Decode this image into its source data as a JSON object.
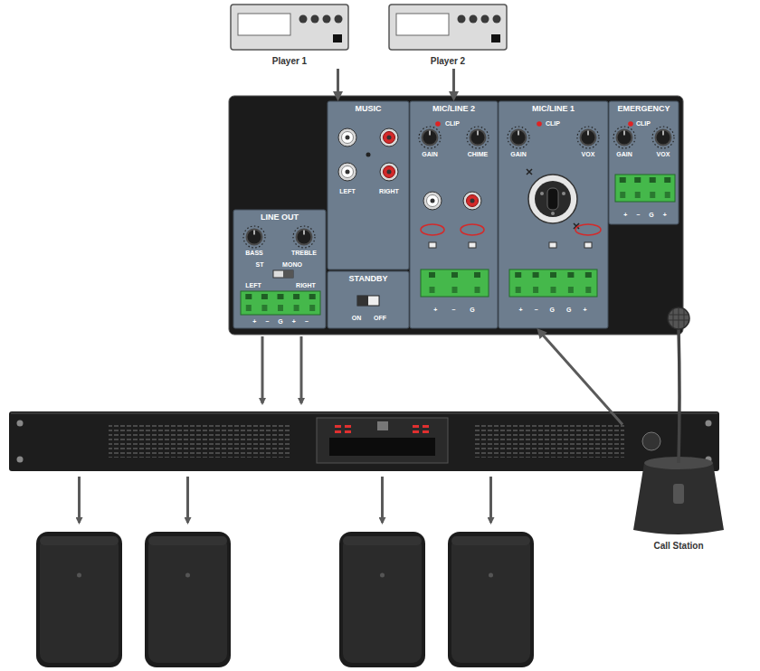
{
  "diagram": {
    "nodes": [
      {
        "text": [
          "Player 1"
        ]
      },
      {
        "text": [
          "Player 2"
        ]
      },
      {
        "text": [
          "MUSIC"
        ]
      },
      {
        "text": [
          "MIC/LINE 2"
        ]
      },
      {
        "text": [
          "MIC/LINE 1"
        ]
      },
      {
        "text": [
          "EMERGENCY"
        ]
      },
      {
        "text": [
          "LINE OUT"
        ]
      },
      {
        "text": [
          "STANDBY"
        ]
      },
      {
        "text": [
          "Call Station"
        ]
      }
    ],
    "edges": [
      {
        "from": 0,
        "to": 2,
        "arrow": "to"
      },
      {
        "from": 1,
        "to": 3,
        "arrow": "to"
      },
      {
        "from": 8,
        "to": 4,
        "arrow": "to"
      }
    ],
    "labels": [
      "LEFT",
      "RIGHT",
      "CLIP",
      "GAIN",
      "CHIME",
      "+ − G",
      "CLIP",
      "GAIN",
      "VOX",
      "+ − G G +",
      "CLIP",
      "GAIN",
      "VOX",
      "+ − G +",
      "BASS",
      "TREBLE",
      "ST",
      "MONO",
      "LEFT",
      "RIGHT",
      "+ − G + −",
      "ON",
      "OFF"
    ]
  }
}
